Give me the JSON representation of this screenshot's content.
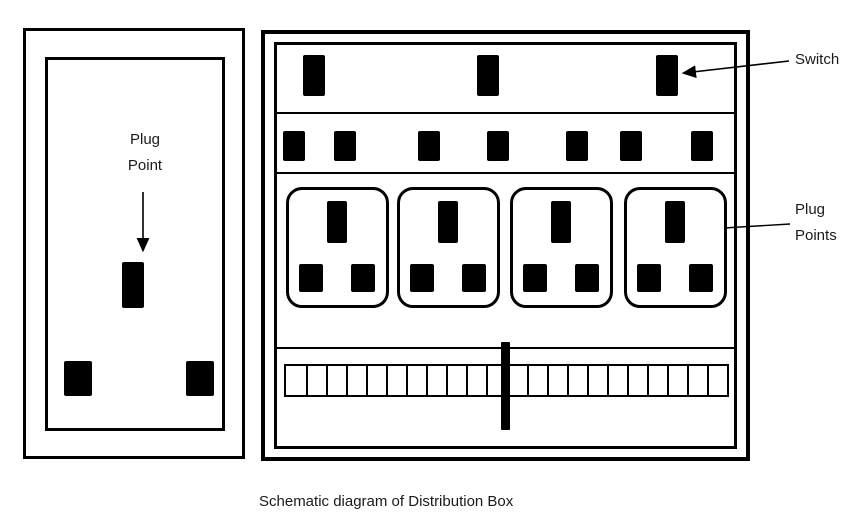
{
  "diagram": {
    "caption": "Schematic diagram of Distribution Box",
    "left_unit": {
      "label_line1": "Plug",
      "label_line2": "Point"
    },
    "annotations": {
      "switch": "Switch",
      "plug_points_line1": "Plug",
      "plug_points_line2": "Points"
    },
    "counts": {
      "main_switches": 3,
      "rocker_switches": 7,
      "plug_sockets": 4,
      "terminal_cells": 22
    },
    "colors": {
      "line": "#000000",
      "background": "#ffffff",
      "text": "#1a1a1a"
    }
  }
}
